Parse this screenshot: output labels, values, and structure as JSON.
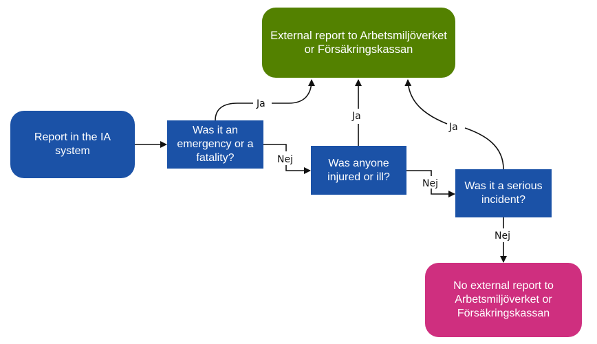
{
  "nodes": {
    "external_report": {
      "text": "External report to Arbetsmiljöverket\nor Försäkringskassan",
      "color": "#538100"
    },
    "report_ia": {
      "text": "Report in the IA\nsystem",
      "color": "#1b52a7"
    },
    "emergency": {
      "text": "Was it an\nemergency or a\nfatality?",
      "color": "#1b52a7"
    },
    "injured": {
      "text": "Was anyone\ninjured or ill?",
      "color": "#1b52a7"
    },
    "serious": {
      "text": "Was it a serious\nincident?",
      "color": "#1b52a7"
    },
    "no_report": {
      "text": "No external report to\nArbetsmiljöverket or\nFörsäkringskassan",
      "color": "#cf2f7f"
    }
  },
  "edges": [
    {
      "from": "report_ia",
      "to": "emergency",
      "label": ""
    },
    {
      "from": "emergency",
      "to": "external_report",
      "label": "Ja"
    },
    {
      "from": "emergency",
      "to": "injured",
      "label": "Nej"
    },
    {
      "from": "injured",
      "to": "external_report",
      "label": "Ja"
    },
    {
      "from": "injured",
      "to": "serious",
      "label": "Nej"
    },
    {
      "from": "serious",
      "to": "external_report",
      "label": "Ja"
    },
    {
      "from": "serious",
      "to": "no_report",
      "label": "Nej"
    }
  ]
}
